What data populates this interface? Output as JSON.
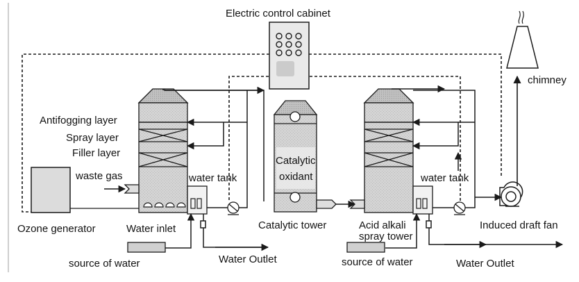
{
  "labels": {
    "electric_control_cabinet": "Electric control cabinet",
    "chimney": "chimney",
    "antifogging_layer": "Antifogging layer",
    "spray_layer": "Spray layer",
    "filler_layer": "Filler layer",
    "waste_gas": "waste gas",
    "water_tank_1": "water tank",
    "water_tank_2": "water tank",
    "ozone_generator": "Ozone generator",
    "water_inlet": "Water inlet",
    "source_of_water_1": "source of water",
    "source_of_water_2": "source of water",
    "water_outlet_1": "Water Outlet",
    "water_outlet_2": "Water Outlet",
    "catalytic_oxidant_line1": "Catalytic",
    "catalytic_oxidant_line2": "oxidant",
    "catalytic_tower": "Catalytic tower",
    "acid_alkali_line1": "Acid alkali",
    "acid_alkali_line2": "spray tower",
    "induced_draft_fan": "Induced draft fan"
  },
  "colors": {
    "line": "#1a1a1a",
    "tower_fill": "#d9d9d9",
    "tower_top": "#c6c6c6",
    "cabinet_fill": "#e8e8e8",
    "generator_fill": "#dcdcdc"
  }
}
